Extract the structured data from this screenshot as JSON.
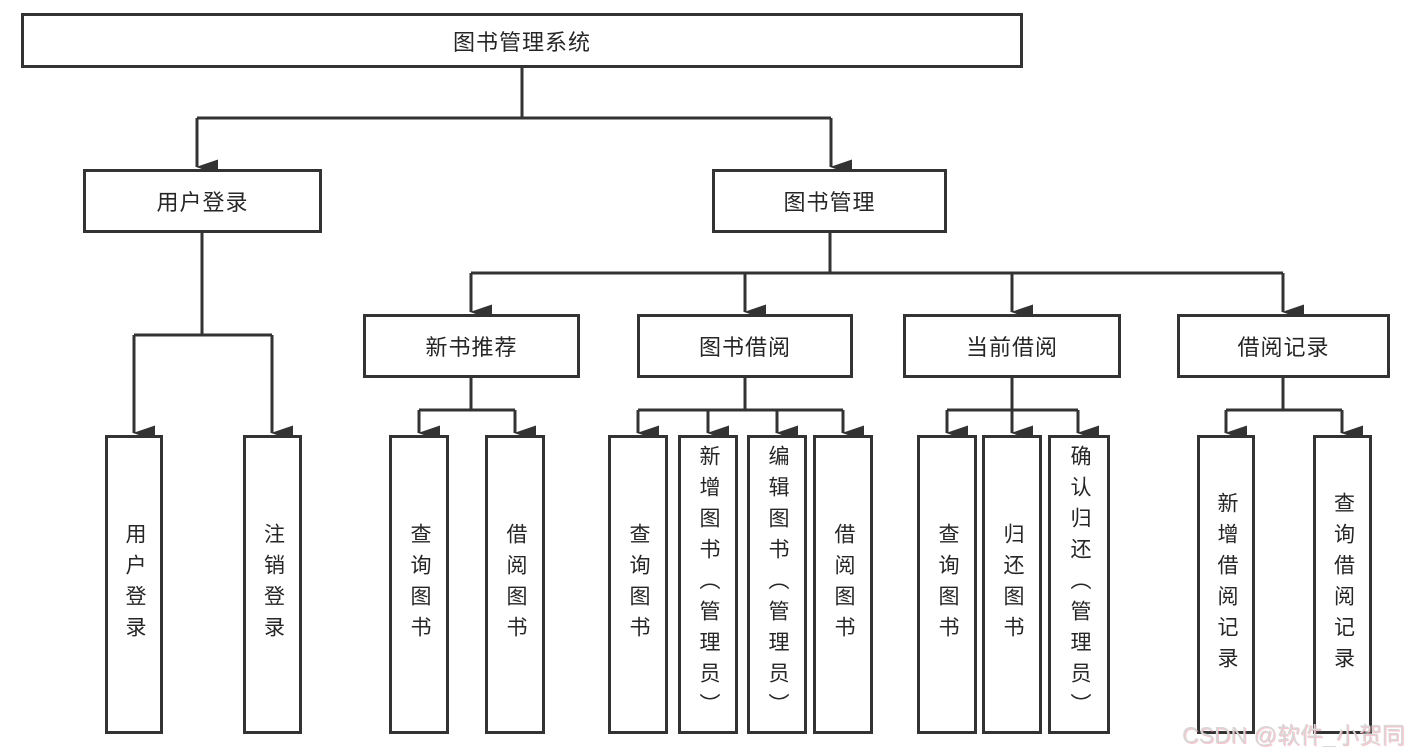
{
  "diagram": {
    "title": "图书管理系统",
    "root": {
      "label": "图书管理系统"
    },
    "level2": {
      "user_login": {
        "label": "用户登录"
      },
      "book_mgmt": {
        "label": "图书管理"
      }
    },
    "level3": {
      "new_book_rec": {
        "label": "新书推荐"
      },
      "book_borrow": {
        "label": "图书借阅"
      },
      "current_borrow": {
        "label": "当前借阅"
      },
      "borrow_record": {
        "label": "借阅记录"
      }
    },
    "leaves": {
      "user_login": {
        "label": "用户登录"
      },
      "logout": {
        "label": "注销登录"
      },
      "query_books_rec": {
        "label": "查询图书"
      },
      "borrow_books_rec": {
        "label": "借阅图书"
      },
      "query_books_borrow": {
        "label": "查询图书"
      },
      "add_books_admin": {
        "label": "新增图书（管理员）"
      },
      "edit_books_admin": {
        "label": "编辑图书（管理员）"
      },
      "borrow_books": {
        "label": "借阅图书"
      },
      "query_books_current": {
        "label": "查询图书"
      },
      "return_books": {
        "label": "归还图书"
      },
      "confirm_return_admin": {
        "label": "确认归还（管理员）"
      },
      "add_borrow_record": {
        "label": "新增借阅记录"
      },
      "query_borrow_record": {
        "label": "查询借阅记录"
      }
    }
  },
  "watermark": {
    "text": "CSDN @软件_小贺同学"
  },
  "colors": {
    "line": "#333333",
    "box_border": "#333333",
    "text": "#262626",
    "background": "#ffffff",
    "watermark_text": "#d7d7d7"
  }
}
